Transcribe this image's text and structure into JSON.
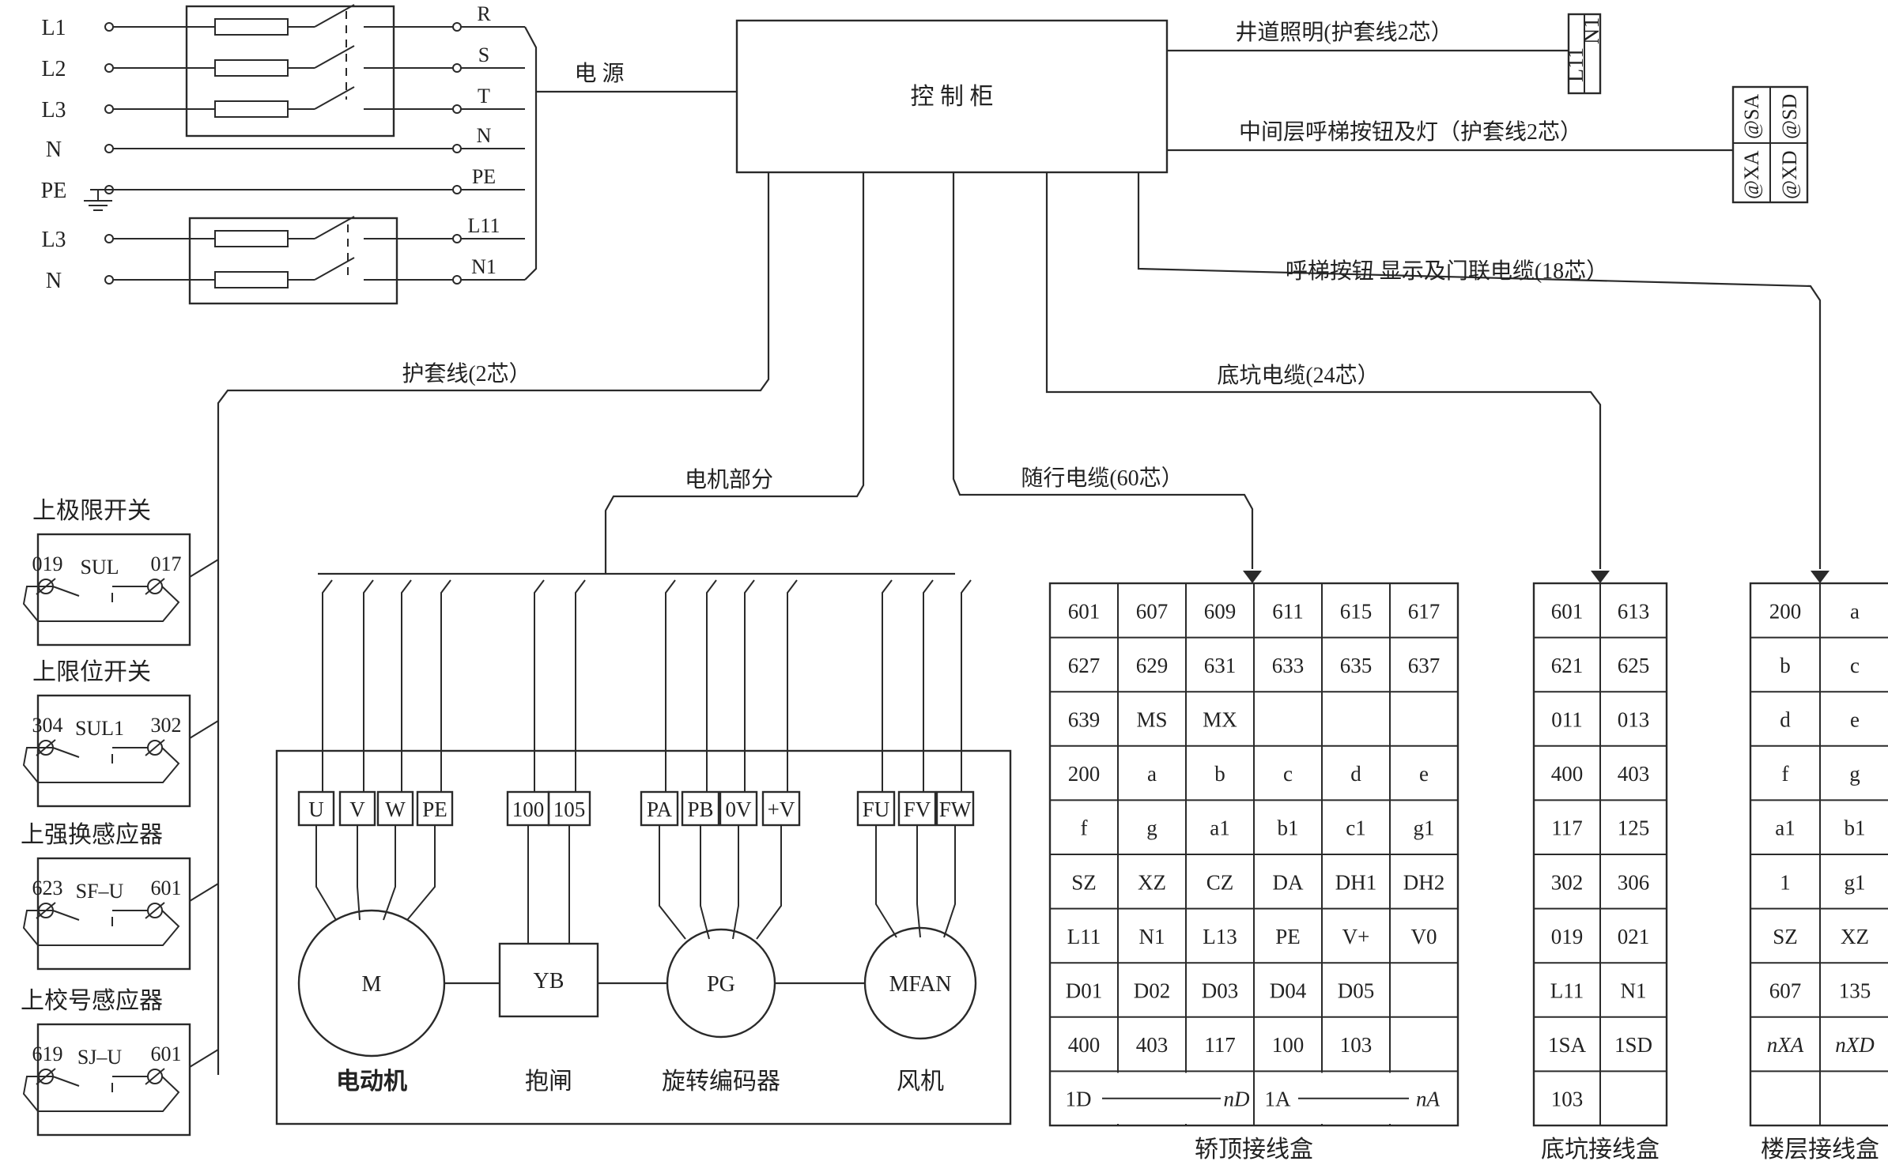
{
  "supply": {
    "left_labels": [
      "L1",
      "L2",
      "L3",
      "N",
      "PE",
      "L3",
      "N"
    ],
    "right_labels": [
      "R",
      "S",
      "T",
      "N",
      "PE",
      "L11",
      "N1"
    ],
    "power_label": "电 源"
  },
  "cabinet": {
    "label": "控 制 柜"
  },
  "cables": {
    "shaft_light": "井道照明(护套线2芯）",
    "mid_call": "中间层呼梯按钮及灯（护套线2芯）",
    "call_cable": "呼梯按钮 显示及门联电缆(18芯）",
    "pit_cable": "底坑电缆(24芯）",
    "travel_cable": "随行电缆(60芯）",
    "motor_part": "电机部分",
    "sheathed": "护套线(2芯）"
  },
  "shaft_light_terminal": [
    "L11",
    "N1"
  ],
  "mid_call_terminal": {
    "top": [
      "@SA",
      "@SD"
    ],
    "bottom": [
      "@XA",
      "@XD"
    ]
  },
  "switches": [
    {
      "title": "上极限开关",
      "left": "019",
      "mid": "SUL",
      "right": "017"
    },
    {
      "title": "上限位开关",
      "left": "304",
      "mid": "SUL1",
      "right": "302"
    },
    {
      "title": "上强换感应器",
      "left": "623",
      "mid": "SF–U",
      "right": "601"
    },
    {
      "title": "上校号感应器",
      "left": "619",
      "mid": "SJ–U",
      "right": "601"
    }
  ],
  "motor_section": {
    "terminals": {
      "motor": [
        "U",
        "V",
        "W",
        "PE"
      ],
      "brake": [
        "100",
        "105"
      ],
      "encoder": [
        "PA",
        "PB",
        "0V",
        "+V"
      ],
      "fan": [
        "FU",
        "FV",
        "FW"
      ]
    },
    "devices": {
      "motor": "M",
      "brake": "YB",
      "encoder": "PG",
      "fan": "MFAN"
    },
    "captions": {
      "motor": "电动机",
      "brake": "抱闸",
      "encoder": "旋转编码器",
      "fan": "风机"
    }
  },
  "car_top_box": {
    "title": "轿顶接线盒",
    "rows": [
      [
        "601",
        "607",
        "609",
        "611",
        "615",
        "617"
      ],
      [
        "627",
        "629",
        "631",
        "633",
        "635",
        "637"
      ],
      [
        "639",
        "MS",
        "MX",
        "",
        "",
        ""
      ],
      [
        "200",
        "a",
        "b",
        "c",
        "d",
        "e"
      ],
      [
        "f",
        "g",
        "a1",
        "b1",
        "c1",
        "g1"
      ],
      [
        "SZ",
        "XZ",
        "CZ",
        "DA",
        "DH1",
        "DH2"
      ],
      [
        "L11",
        "N1",
        "L13",
        "PE",
        "V+",
        "V0"
      ],
      [
        "D01",
        "D02",
        "D03",
        "D04",
        "D05",
        ""
      ],
      [
        "400",
        "403",
        "117",
        "100",
        "103",
        ""
      ]
    ],
    "last_row": {
      "a_start": "1D",
      "a_end": "nD",
      "b_start": "1A",
      "b_end": "nA"
    }
  },
  "pit_box": {
    "title": "底坑接线盒",
    "rows": [
      [
        "601",
        "613"
      ],
      [
        "621",
        "625"
      ],
      [
        "011",
        "013"
      ],
      [
        "400",
        "403"
      ],
      [
        "117",
        "125"
      ],
      [
        "302",
        "306"
      ],
      [
        "019",
        "021"
      ],
      [
        "L11",
        "N1"
      ],
      [
        "1SA",
        "1SD"
      ],
      [
        "103",
        ""
      ]
    ]
  },
  "floor_box": {
    "title": "楼层接线盒",
    "rows": [
      [
        "200",
        "a"
      ],
      [
        "b",
        "c"
      ],
      [
        "d",
        "e"
      ],
      [
        "f",
        "g"
      ],
      [
        "a1",
        "b1"
      ],
      [
        "1",
        "g1"
      ],
      [
        "SZ",
        "XZ"
      ],
      [
        "607",
        "135"
      ],
      [
        "nXA",
        "nXD"
      ],
      [
        "",
        ""
      ]
    ]
  }
}
